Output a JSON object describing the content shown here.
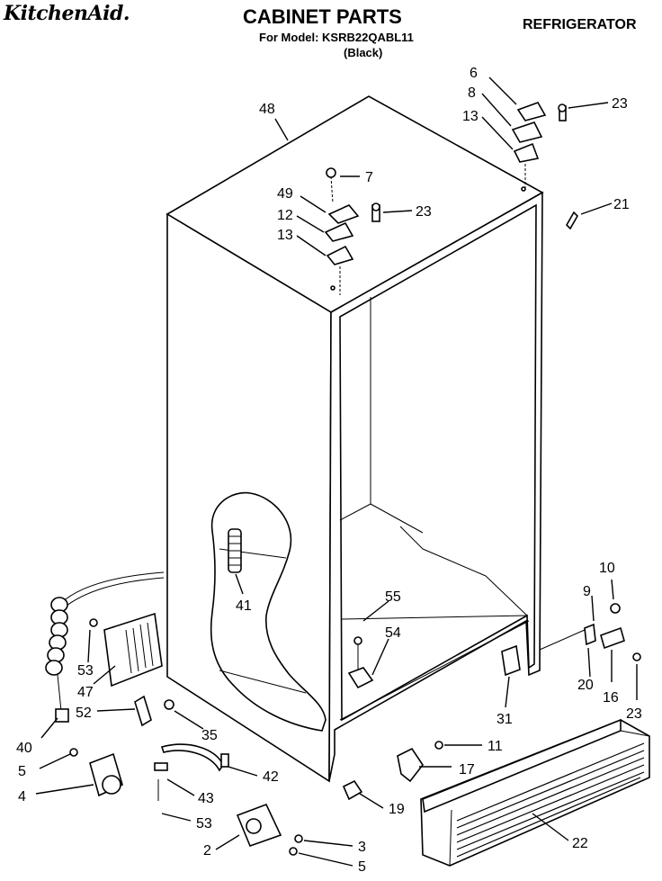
{
  "header": {
    "brand": "KitchenAid.",
    "title": "CABINET PARTS",
    "model": "For Model: KSRB22QABL11",
    "color": "(Black)",
    "category": "REFRIGERATOR"
  },
  "callouts": {
    "c48": "48",
    "c6": "6",
    "c23a": "23",
    "c8": "8",
    "c13a": "13",
    "c7": "7",
    "c21": "21",
    "c49": "49",
    "c23b": "23",
    "c12": "12",
    "c13b": "13",
    "c10": "10",
    "c9": "9",
    "c55": "55",
    "c54": "54",
    "c41": "41",
    "c53a": "53",
    "c47": "47",
    "c52": "52",
    "c35": "35",
    "c40": "40",
    "c20": "20",
    "c16": "16",
    "c23c": "23",
    "c31": "31",
    "c11": "11",
    "c17": "17",
    "c5a": "5",
    "c42": "42",
    "c4": "4",
    "c43": "43",
    "c19": "19",
    "c53b": "53",
    "c22": "22",
    "c2": "2",
    "c3": "3",
    "c5b": "5"
  }
}
